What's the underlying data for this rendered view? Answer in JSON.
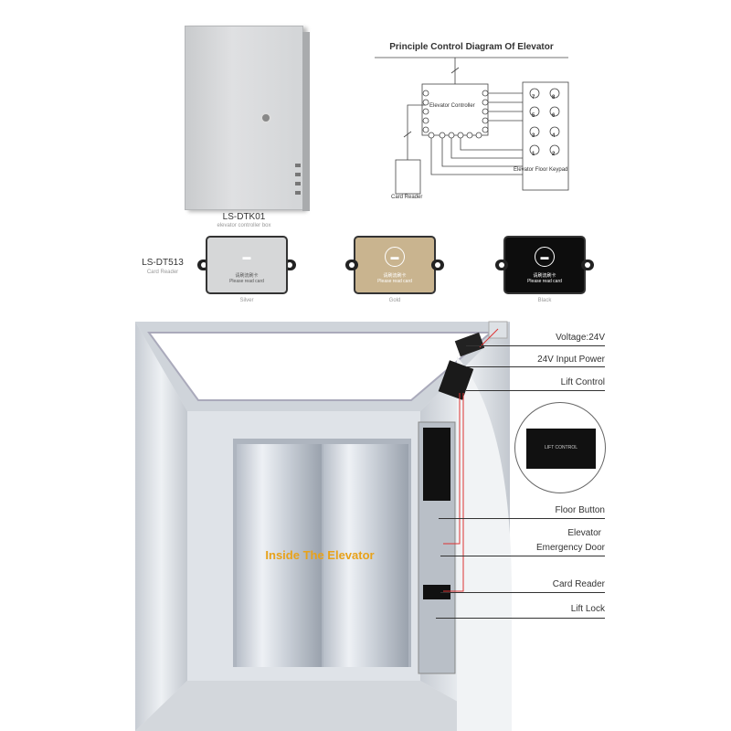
{
  "controller_box": {
    "model": "LS-DTK01",
    "description": "elevator controller box"
  },
  "card_reader": {
    "model": "LS-DT513",
    "description": "Card Reader",
    "prompt_cn": "请刷流刷卡",
    "prompt_en": "Please read card",
    "variants": [
      {
        "name": "Silver",
        "color": "#d6d7d8"
      },
      {
        "name": "Gold",
        "color": "#c9b48f"
      },
      {
        "name": "Black",
        "color": "#0d0d0d"
      }
    ]
  },
  "diagram": {
    "title": "Principle Control Diagram Of Elevator",
    "controller_label": "Elevator Controller",
    "keypad_label": "Elevator Floor Keypad",
    "card_reader_label": "Card Reader",
    "keys": [
      "7",
      "8",
      "5",
      "6",
      "3",
      "4",
      "1",
      "2"
    ]
  },
  "elevator": {
    "title": "Inside The Elevator",
    "title_color": "#e8a21a",
    "lift_controller_text": "LIFT CONTROL",
    "callouts": [
      "Voltage:24V",
      "24V Input Power",
      "Lift Control",
      "Floor Button",
      "Elevator",
      "Emergency  Door",
      "Card Reader",
      "Lift Lock"
    ]
  }
}
